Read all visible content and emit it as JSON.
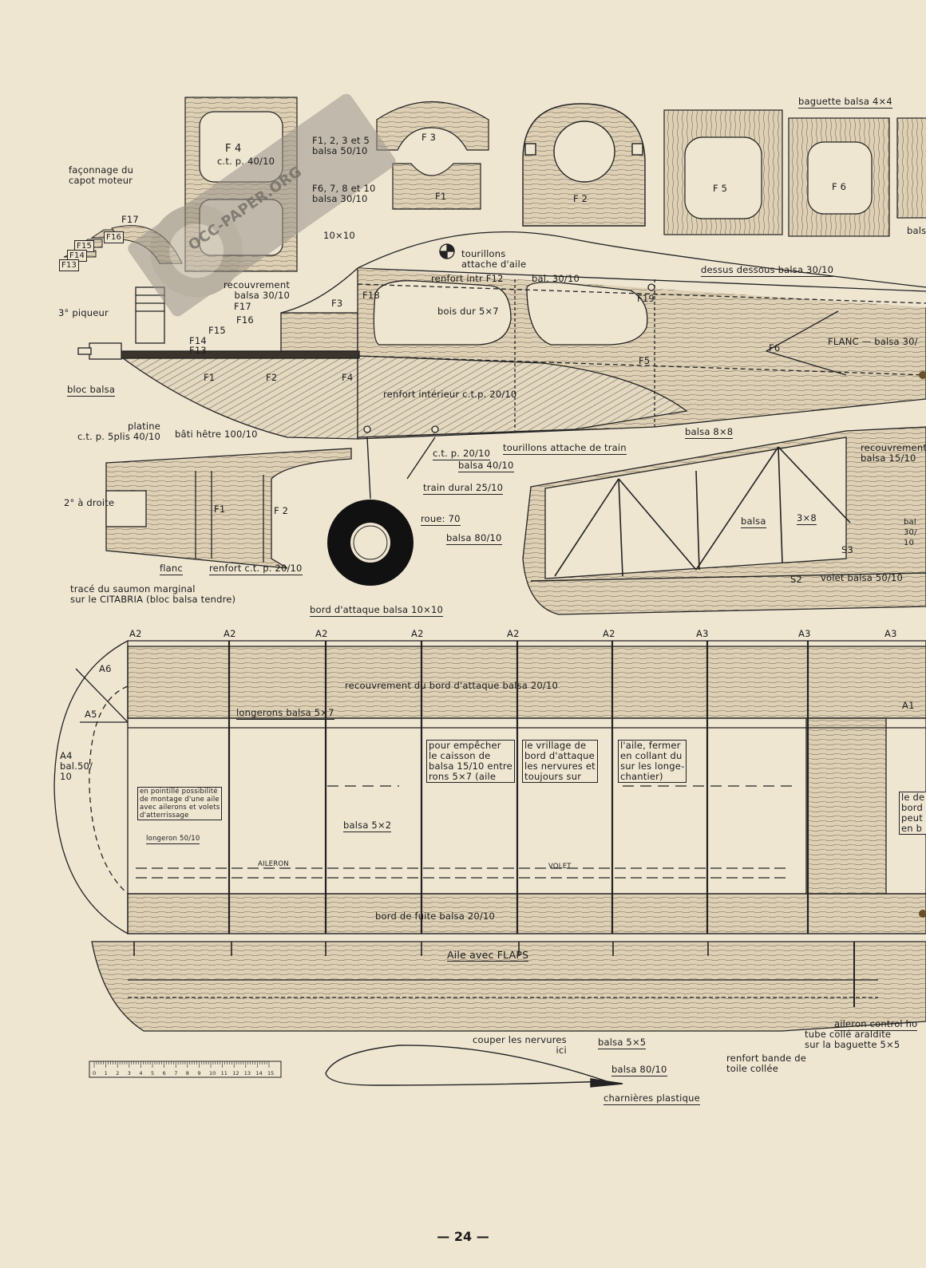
{
  "watermark": "OCC-PAPER.ORG",
  "page_number": "— 24 —",
  "fuselage": {
    "former_labels": {
      "f4": "F 4",
      "f4_mat": "c.t. p. 40/10",
      "f3": "F 3",
      "f1": "F1",
      "f2": "F 2",
      "f5": "F 5",
      "f6": "F 6"
    },
    "notes": {
      "faconnage": "façonnage du\ncapot moteur",
      "f1235": "F1, 2, 3 et 5\nbalsa 50/10",
      "f67810": "F6, 7, 8 et 10\nbalsa 30/10",
      "baguette": "baguette balsa 4×4",
      "balsa_edge": "bals",
      "f17_top": "F17",
      "f16_top": "F16",
      "f15_top": "F15",
      "f14_top": "F14",
      "f13_top": "F13",
      "tenxten": "10×10",
      "tourillons_aile": "tourillons\nattache d'aile",
      "dessus_dessous": "dessus dessous balsa 30/10",
      "recouvrement": "recouvrement\nbalsa 30/10",
      "renfort_int": "renfort intr F12",
      "bal30": "bal. 30/10",
      "f18": "F18",
      "f19": "F19",
      "f3_side": "F3",
      "bois_dur": "bois dur 5×7",
      "piqueur": "3° piqueur",
      "f17": "F17",
      "f16": "F16",
      "f15": "F15",
      "f14": "F14",
      "f13": "F13",
      "f1_side": "F1",
      "f2_side": "F2",
      "f4_side": "F4",
      "f5_side": "F5",
      "f6_side": "F6",
      "flanc": "FLANC — balsa 30/",
      "bloc_balsa": "bloc balsa",
      "renfort_ctp": "renfort intérieur c.t.p. 20/10",
      "platine": "platine\nc.t. p. 5plis 40/10",
      "bati": "bâti hêtre 100/10",
      "balsa8x8": "balsa 8×8",
      "tourillons_train": "tourillons attache de train",
      "ctp2010": "c.t. p. 20/10",
      "balsa4010": "balsa 40/10",
      "train": "train dural 25/10",
      "roue": "roue: 70",
      "balsa8010": "balsa 80/10",
      "droite": "2° à droite",
      "f1_top": "F1",
      "f2_top": "F 2",
      "flanc_top": "flanc",
      "renfort_ctp2": "renfort c.t. p. 20/10"
    }
  },
  "tail": {
    "recouvrement": "recouvrement\nbalsa 15/10",
    "balsa": "balsa",
    "three_by_eight": "3×8",
    "s3": "S3",
    "s2": "S2",
    "volet": "volet balsa 50/10",
    "bal30": "bal\n30/\n10"
  },
  "wing": {
    "saumon": "tracé du saumon marginal\nsur le CITABRIA (bloc balsa tendre)",
    "bord_attaque": "bord d'attaque balsa 10×10",
    "ribs": [
      "A2",
      "A2",
      "A2",
      "A2",
      "A2",
      "A2",
      "A3",
      "A3",
      "A3"
    ],
    "a6": "A6",
    "a5": "A5",
    "a4": "A4\nbal.50/\n10",
    "a1": "A1",
    "recouvrement": "recouvrement du bord d'attaque balsa 20/10",
    "longerons": "longerons balsa 5×7",
    "note1": "pour empêcher\nle caisson de\nbalsa 15/10 entre\nrons 5×7 (aile",
    "note2": "le vrillage de\nbord d'attaque\nles nervures et\ntoujours sur",
    "note3": "l'aile, fermer\nen collant du\nsur les longe-\nchantier)",
    "pointille": "en pointillé possibilité\nde montage d'une aile\navec ailerons et volets\nd'atterrissage",
    "longeron5010": "longeron 50/10",
    "balsa5x2": "balsa 5×2",
    "aileron": "AILERON",
    "volet": "VOLET",
    "bord_fuite": "bord de fuite balsa 20/10",
    "flaps_title": "Aile avec FLAPS",
    "side_note": "le de\nbord\npeut\nen b",
    "aileron_control": "aileron control ho",
    "tube": "tube collé araldite\nsur la baguette 5×5",
    "renfort_bande": "renfort bande de\ntoile collée",
    "couper": "couper les nervures\nici",
    "balsa5x5": "balsa 5×5",
    "balsa8010": "balsa 80/10",
    "charnieres": "charnières plastique"
  },
  "ruler": {
    "numbers": [
      "0",
      "1",
      "2",
      "3",
      "4",
      "5",
      "6",
      "7",
      "8",
      "9",
      "10",
      "11",
      "12",
      "13",
      "14",
      "15"
    ]
  },
  "colors": {
    "paper": "#efe6d2",
    "ink": "#1b1b1b",
    "wood": "#d9ccb0",
    "grain": "#6f6555"
  }
}
